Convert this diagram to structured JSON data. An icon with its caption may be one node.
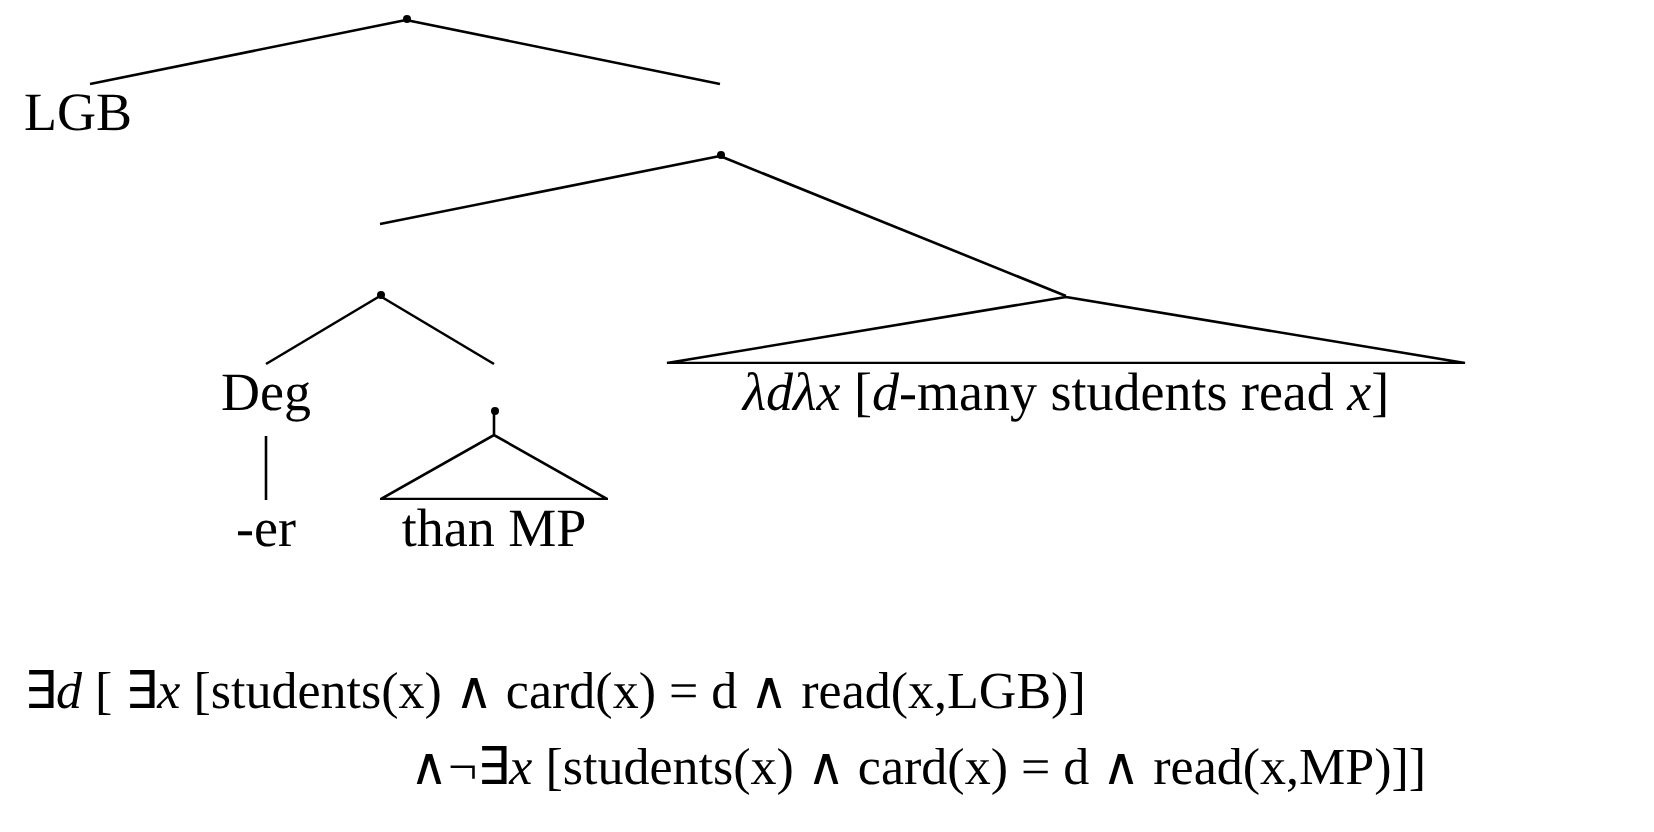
{
  "diagram": {
    "nodes": [
      {
        "text": [],
        "shape": "point"
      },
      {
        "text": [
          "LGB"
        ]
      },
      {
        "text": [],
        "shape": "point"
      },
      {
        "text": [],
        "shape": "point"
      },
      {
        "text": [
          "*λdλx* [*d*-many students read *x*]"
        ]
      },
      {
        "text": [
          "Deg"
        ]
      },
      {
        "text": [],
        "shape": "point"
      },
      {
        "text": [
          "-er"
        ]
      },
      {
        "text": [
          "than MP"
        ]
      }
    ],
    "edges": [
      {
        "from": 0,
        "to": 1,
        "arrow": "none"
      },
      {
        "from": 0,
        "to": 2,
        "arrow": "none"
      },
      {
        "from": 2,
        "to": 3,
        "arrow": "none"
      },
      {
        "from": 2,
        "to": 4,
        "arrow": "none"
      },
      {
        "from": 3,
        "to": 5,
        "arrow": "none"
      },
      {
        "from": 3,
        "to": 6,
        "arrow": "none"
      },
      {
        "from": 5,
        "to": 7,
        "arrow": "none"
      },
      {
        "from": 6,
        "to": 8,
        "arrow": "none"
      }
    ],
    "labels": [
      "∃*d* [ ∃*x* [students(x) ∧ card(x) = d ∧ read(x,LGB)]",
      "∧¬∃*x* [students(x) ∧ card(x) = d ∧ read(x,MP)]]"
    ]
  }
}
